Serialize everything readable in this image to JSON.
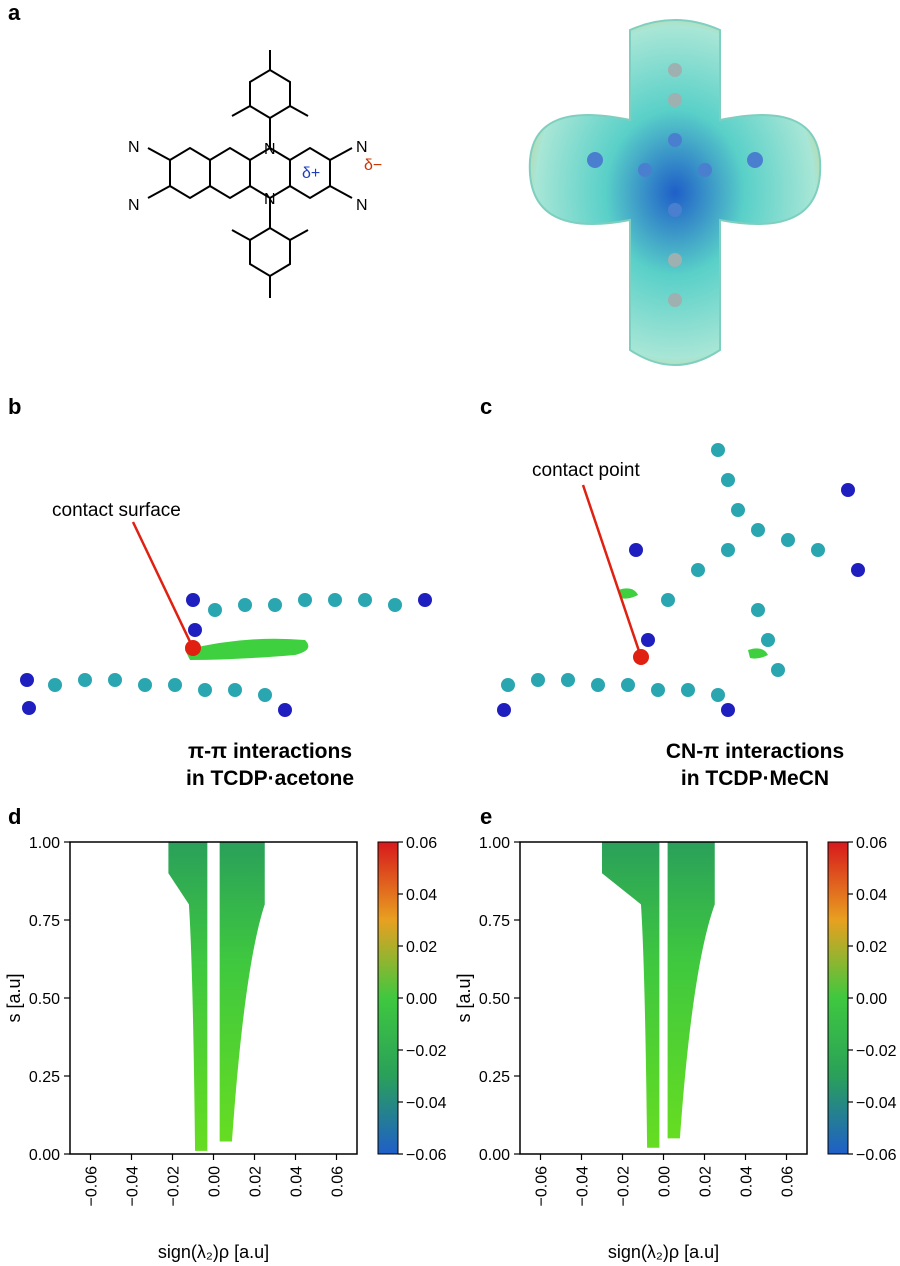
{
  "figure": {
    "panels": {
      "a": {
        "letter": "a"
      },
      "b": {
        "letter": "b",
        "callout": "contact surface",
        "caption_line1": "π-π interactions",
        "caption_line2": "in TCDP·acetone"
      },
      "c": {
        "letter": "c",
        "callout": "contact point",
        "caption_line1": "CN-π interactions",
        "caption_line2": "in TCDP·MeCN"
      },
      "d": {
        "letter": "d"
      },
      "e": {
        "letter": "e"
      }
    },
    "structure": {
      "atom_N": "N",
      "delta_plus": "δ+",
      "delta_minus": "δ−",
      "colors": {
        "nitrogen_blue": "#1f3fbf",
        "delta_red": "#cc3300"
      }
    },
    "colorbar": {
      "ticks": [
        "0.06",
        "0.04",
        "0.02",
        "0.00",
        "−0.02",
        "−0.04",
        "−0.06"
      ],
      "colors": [
        "#d7191c",
        "#e8a020",
        "#3fc83f",
        "#2aa05a",
        "#1f5fc8"
      ]
    }
  },
  "chart_data": [
    {
      "type": "scatter",
      "panel": "d",
      "xlabel": "sign(λ₂)ρ [a.u]",
      "ylabel": "s [a.u]",
      "xlim": [
        -0.07,
        0.07
      ],
      "ylim": [
        0.0,
        1.0
      ],
      "xticks": [
        "−0.06",
        "−0.04",
        "−0.02",
        "0.00",
        "0.02",
        "0.04",
        "0.06"
      ],
      "yticks": [
        "0.00",
        "0.25",
        "0.50",
        "0.75",
        "1.00"
      ],
      "colorbar_range": [
        -0.06,
        0.06
      ],
      "left_spike": {
        "x_min_at_top": -0.022,
        "x_max": -0.003,
        "y_min": 0.01
      },
      "right_spike": {
        "x_min": 0.003,
        "x_max_at_top": 0.025,
        "y_min": 0.04
      }
    },
    {
      "type": "scatter",
      "panel": "e",
      "xlabel": "sign(λ₂)ρ [a.u]",
      "ylabel": "s [a.u]",
      "xlim": [
        -0.07,
        0.07
      ],
      "ylim": [
        0.0,
        1.0
      ],
      "xticks": [
        "−0.06",
        "−0.04",
        "−0.02",
        "0.00",
        "0.02",
        "0.04",
        "0.06"
      ],
      "yticks": [
        "0.00",
        "0.25",
        "0.50",
        "0.75",
        "1.00"
      ],
      "colorbar_range": [
        -0.06,
        0.06
      ],
      "left_spike": {
        "x_min_at_top": -0.03,
        "x_max": -0.002,
        "y_min": 0.02
      },
      "right_spike": {
        "x_min": 0.002,
        "x_max_at_top": 0.025,
        "y_min": 0.05
      }
    }
  ]
}
